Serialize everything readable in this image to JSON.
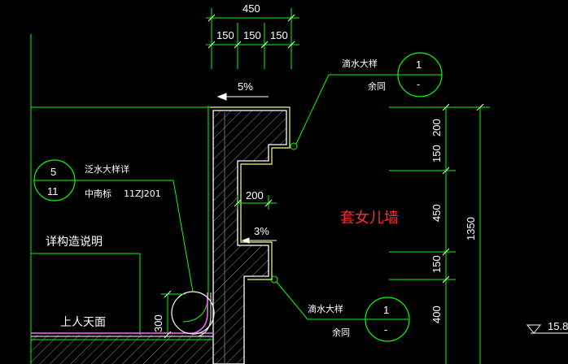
{
  "dimensions_top": {
    "total": "450",
    "seg1": "150",
    "seg2": "150",
    "seg3": "150"
  },
  "dimensions_right": {
    "d1": "200",
    "d2": "150",
    "d3": "450",
    "d4": "150",
    "d5": "400",
    "total": "1350"
  },
  "dimension_mid": "200",
  "slope_top": "5%",
  "slope_mid": "3%",
  "callout_top": {
    "title": "滴水大样",
    "note": "余同",
    "number": "1",
    "sheet": "-"
  },
  "callout_bottom": {
    "title": "滴水大样",
    "note": "余同",
    "number": "1",
    "sheet": "-"
  },
  "callout_left": {
    "title": "泛水大样详",
    "ref": "中南标",
    "code": "11ZJ201",
    "number": "5",
    "sheet": "11"
  },
  "label_detail": "详构造说明",
  "label_roof": "上人天面",
  "label_parapet": "套女儿墙",
  "dim_300": "300",
  "elevation": "15.8",
  "colors": {
    "background": "#000000",
    "line_green": "#00ff00",
    "line_white": "#ffffff",
    "line_yellow": "#ffff66",
    "text_red": "#ff2a2a",
    "hatch_gray": "#8a8a8a"
  }
}
